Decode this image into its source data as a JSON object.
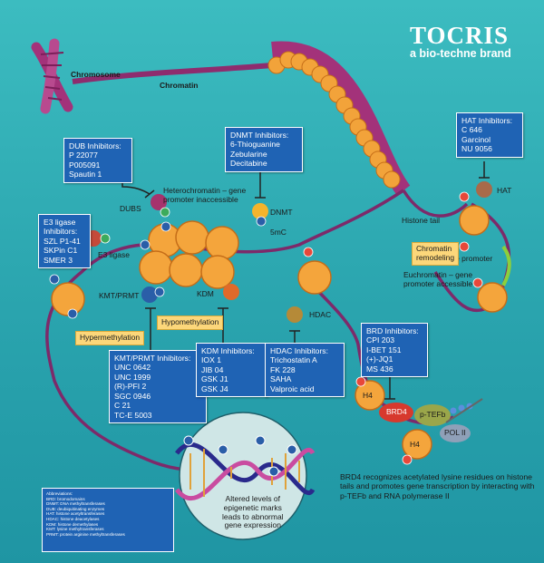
{
  "logo": {
    "wordmark": "TOCRIS",
    "tagline": "a bio-techne brand"
  },
  "labels": {
    "chromosome": "Chromosome",
    "chromatin": "Chromatin",
    "heterochromatin": "Heterochromatin – gene\npromoter inaccessible",
    "dubs": "DUBS",
    "e3_ligase": "E3 ligase",
    "kmt_prmt": "KMT/PRMT",
    "kdm": "KDM",
    "dnmt": "DNMT",
    "mc5": "5mC",
    "hdac": "HDAC",
    "hat": "HAT",
    "histone_tail": "Histone tail",
    "gene_promoter": "Gene promoter",
    "euchromatin": "Euchromatin – gene\npromoter accessible",
    "brd4": "BRD4",
    "ptefb": "p-TEFb",
    "pol_ii": "POL II",
    "h4": "H4",
    "altered_marks": "Altered levels of\nepigenetic marks\nleads to abnormal\ngene expression"
  },
  "tags": {
    "remodeling": "Chromatin\nremodeling",
    "hypermethylation": "Hypermethylation",
    "hypomethylation": "Hypomethylation"
  },
  "inhibitors": {
    "dub": {
      "title": "DUB Inhibitors:",
      "items": [
        "P 22077",
        "P005091",
        "Spautin 1"
      ]
    },
    "e3": {
      "title": "E3 ligase Inhibitors:",
      "items": [
        "SZL P1-41",
        "SKPin C1",
        "SMER 3"
      ]
    },
    "dnmt": {
      "title": "DNMT Inhibitors:",
      "items": [
        "6-Thioguanine",
        "Zebularine",
        "Decitabine"
      ]
    },
    "hat": {
      "title": "HAT Inhibitors:",
      "items": [
        "C 646",
        "Garcinol",
        "NU 9056"
      ]
    },
    "kmt": {
      "title": "KMT/PRMT Inhibitors:",
      "items": [
        "UNC 0642",
        "UNC 1999",
        "(R)-PFI 2",
        "SGC 0946",
        "C 21",
        "TC-E 5003"
      ]
    },
    "kdm": {
      "title": "KDM Inhibitors:",
      "items": [
        "IOX 1",
        "JIB 04",
        "GSK J1",
        "GSK J4"
      ]
    },
    "hdac": {
      "title": "HDAC Inhibitors:",
      "items": [
        "Trichostatin A",
        "FK 228",
        "SAHA",
        "Valproic acid"
      ]
    },
    "brd": {
      "title": "BRD Inhibitors:",
      "items": [
        "CPI 203",
        "I-BET 151",
        "(+)-JQ1",
        "MS 436"
      ]
    }
  },
  "caption": "BRD4 recognizes acetylated lysine residues on histone tails and promotes gene transcription by interacting with p-TEFb and RNA polymerase II",
  "abbreviations": {
    "title": "Abbreviations:",
    "items": [
      "BRD: bromodomains",
      "DNMT: DNA methyltransferases",
      "DUB: deubiquitinating enzymes",
      "HAT: histone acetyltransferases",
      "HDAC: histone deacetylases",
      "KDM: histone demethylases",
      "KMT: lysine methyltransferases",
      "PRMT: protein arginine methyltransferases"
    ]
  }
}
